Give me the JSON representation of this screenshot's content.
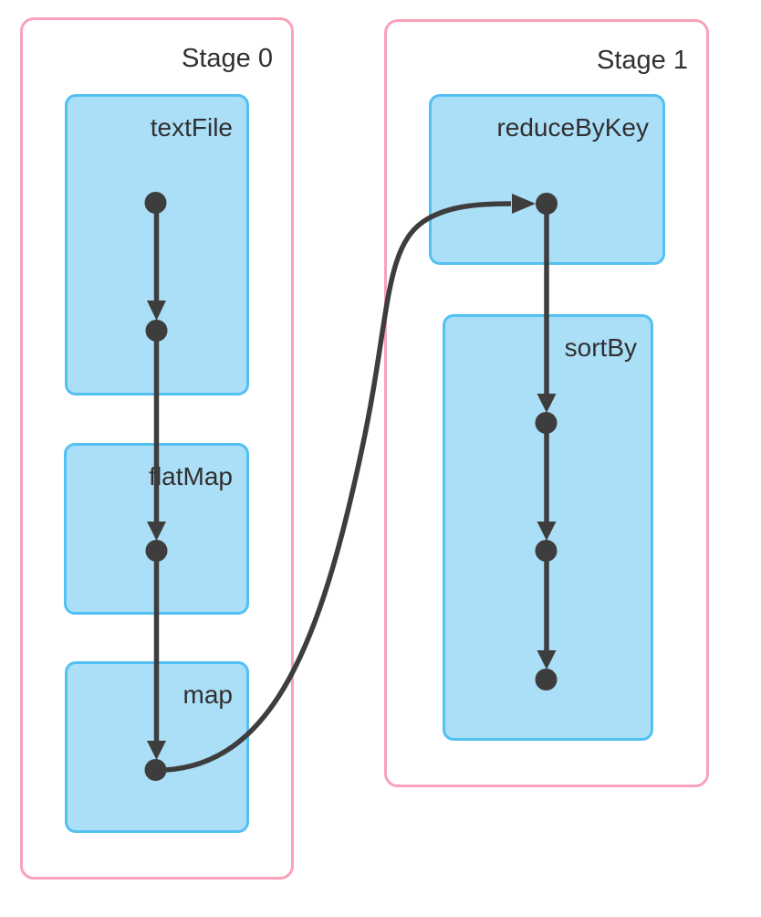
{
  "diagram": {
    "kind": "spark-dag-visualization",
    "stages": [
      {
        "title": "Stage 0",
        "operations": [
          {
            "label": "textFile",
            "dot_count": 2
          },
          {
            "label": "flatMap",
            "dot_count": 1
          },
          {
            "label": "map",
            "dot_count": 1
          }
        ]
      },
      {
        "title": "Stage 1",
        "operations": [
          {
            "label": "reduceByKey",
            "dot_count": 1
          },
          {
            "label": "sortBy",
            "dot_count": 3
          }
        ]
      }
    ],
    "edges": [
      "textFile.dot1 -> textFile.dot2",
      "textFile.dot2 -> flatMap.dot1",
      "flatMap.dot1 -> map.dot1",
      "map.dot1 -> reduceByKey.dot1 (curved shuffle edge across stages)",
      "reduceByKey.dot1 -> sortBy.dot1",
      "sortBy.dot1 -> sortBy.dot2",
      "sortBy.dot2 -> sortBy.dot3"
    ],
    "colors": {
      "stage_border": "#F9A2B9",
      "operation_border": "#52C1F2",
      "operation_fill": "#ABDEF7",
      "edge_and_dot": "#3D3D3D",
      "text": "#303030",
      "background": "#FFFFFF"
    }
  }
}
